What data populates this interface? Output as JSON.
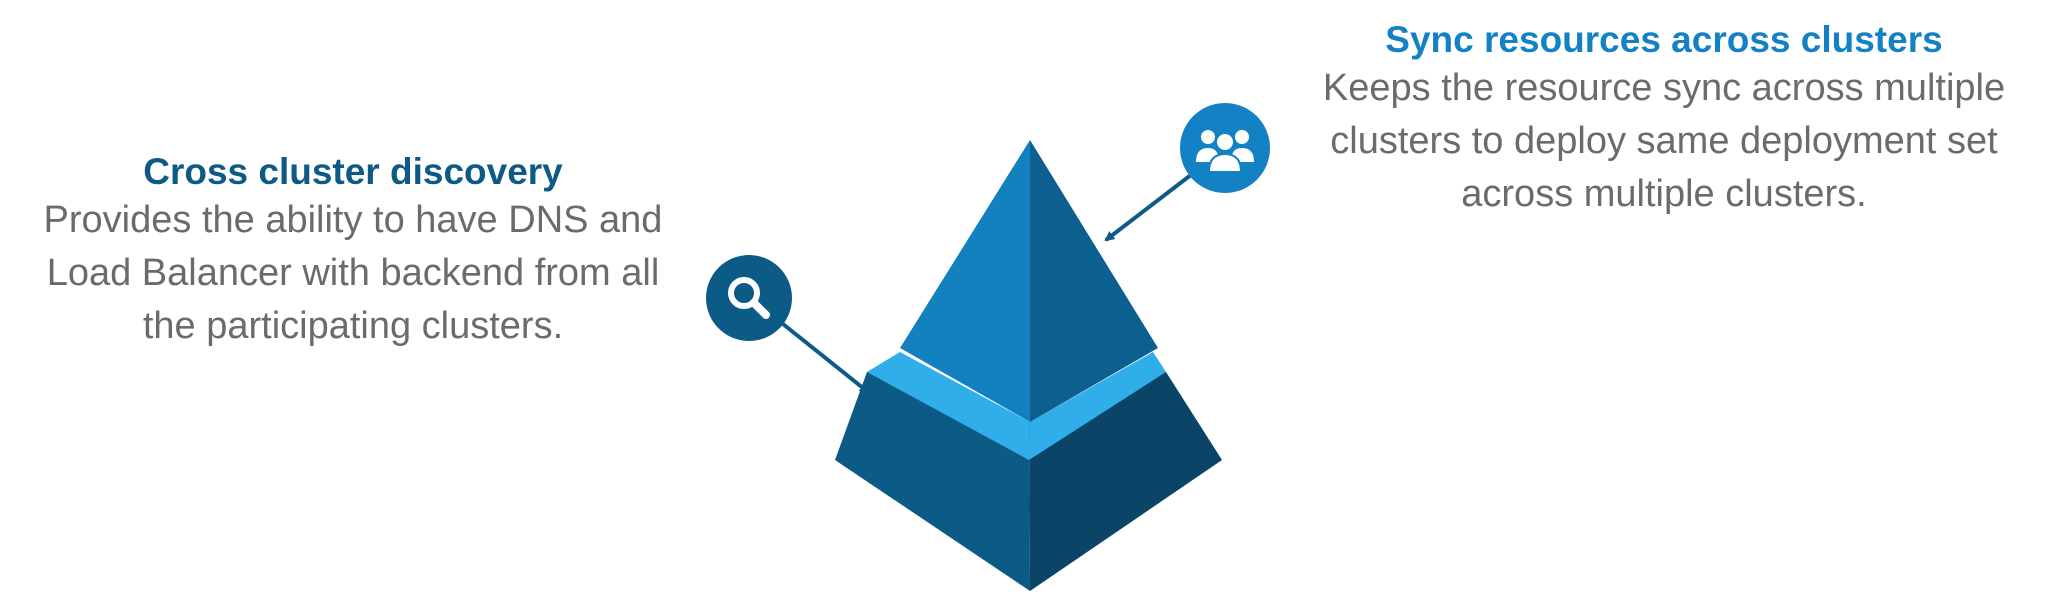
{
  "left_feature": {
    "title": "Cross cluster discovery",
    "lines": [
      "Provides the ability to have DNS and",
      "Load Balancer with backend from all",
      "the participating clusters."
    ],
    "icon": "search-icon",
    "color": "#0d5a85"
  },
  "right_feature": {
    "title": "Sync resources across clusters",
    "lines": [
      "Keeps the resource sync across multiple",
      "clusters to deploy same deployment set",
      "across multiple clusters."
    ],
    "icon": "users-group-icon",
    "color": "#1382c4"
  },
  "colors": {
    "pyramid_top_light": "#1380bf",
    "pyramid_top_dark": "#0d5f90",
    "pyramid_band": "#2faeea",
    "pyramid_base_left": "#0c5a86",
    "pyramid_base_right": "#0a4466",
    "text_gray": "#6b6b6b"
  }
}
